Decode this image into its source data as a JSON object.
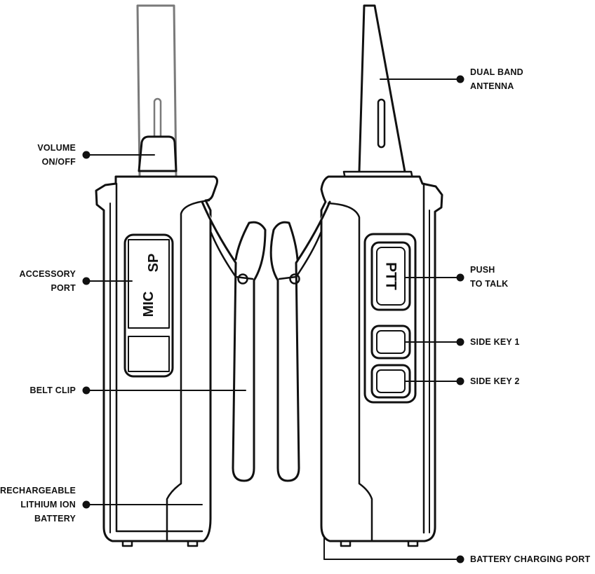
{
  "labels": {
    "volume": [
      "VOLUME",
      "ON/OFF"
    ],
    "accessory_port": [
      "ACCESSORY",
      "PORT"
    ],
    "belt_clip": [
      "BELT CLIP"
    ],
    "battery": [
      "RECHARGEABLE",
      "LITHIUM ION",
      "BATTERY"
    ],
    "antenna": [
      "DUAL BAND",
      "ANTENNA"
    ],
    "push_to_talk": [
      "PUSH",
      "TO TALK"
    ],
    "side_key_1": [
      "SIDE KEY 1"
    ],
    "side_key_2": [
      "SIDE KEY 2"
    ],
    "charging_port": [
      "BATTERY CHARGING PORT"
    ]
  },
  "device_text": {
    "speaker_port": "SP",
    "mic_port": "MIC",
    "ptt_button": "PTT"
  },
  "colors": {
    "line": "#111111",
    "antenna_left": "#777777"
  }
}
